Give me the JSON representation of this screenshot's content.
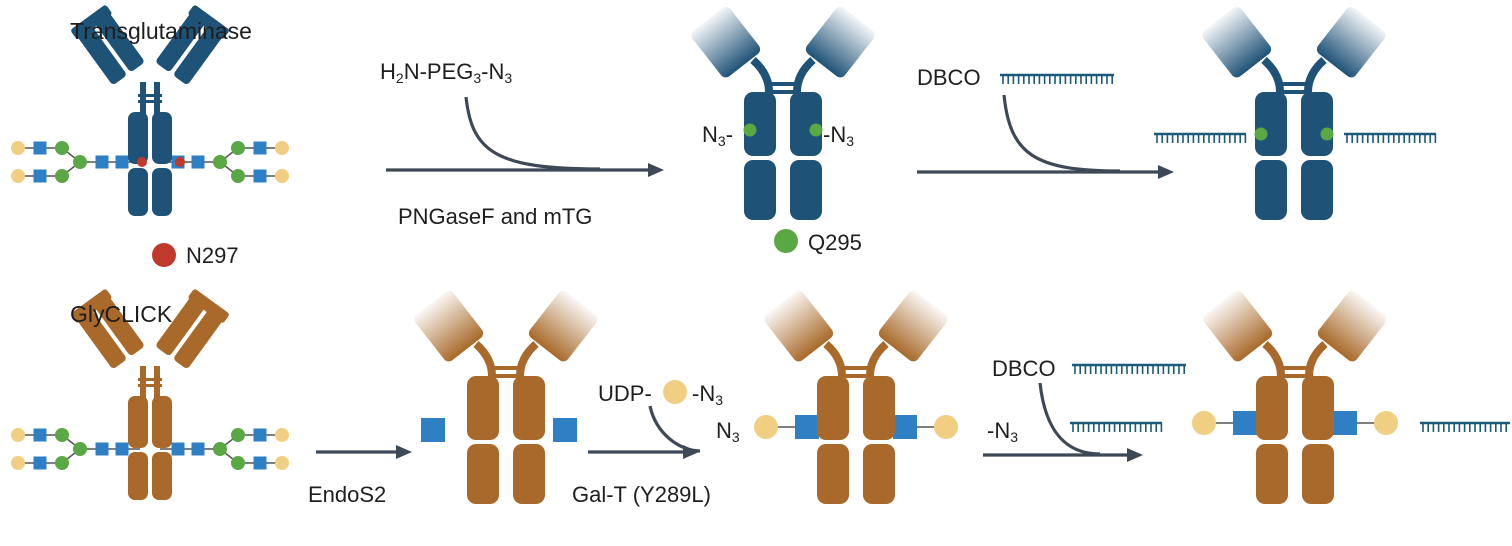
{
  "colors": {
    "blue_antibody": "#1f5277",
    "brown_antibody": "#a8692a",
    "n297": "#c0392b",
    "q295": "#5aa844",
    "glcnac_square": "#2f7fc5",
    "galactose_circle": "#f0cf82",
    "mannose_green": "#5aa844",
    "arrow": "#3d4956",
    "oligo": "#1b5a78"
  },
  "rows": {
    "transglutaminase": {
      "title": "Transglutaminase",
      "legend_n297": "N297",
      "legend_q295": "Q295",
      "reagent": {
        "main": "H",
        "s1": "2",
        "mid": "N-PEG",
        "s2": "3",
        "mid2": "-N",
        "s3": "3"
      },
      "step1": "PNGaseF and mTG",
      "azide_left": {
        "main": "N",
        "sub": "3",
        "tail": "-"
      },
      "azide_right": {
        "head": "-",
        "main": "N",
        "sub": "3"
      },
      "step2_reagent": "DBCO"
    },
    "glyclick": {
      "title": "GlyCLICK",
      "step1": "EndoS2",
      "reagent": {
        "pre": "UDP-",
        "post": "-N",
        "sub": "3"
      },
      "step2": "Gal-T (Y289L)",
      "azide_left": {
        "main": "N",
        "sub": "3"
      },
      "azide_right": {
        "main": "-N",
        "sub": "3"
      },
      "step3_reagent": "DBCO"
    }
  }
}
